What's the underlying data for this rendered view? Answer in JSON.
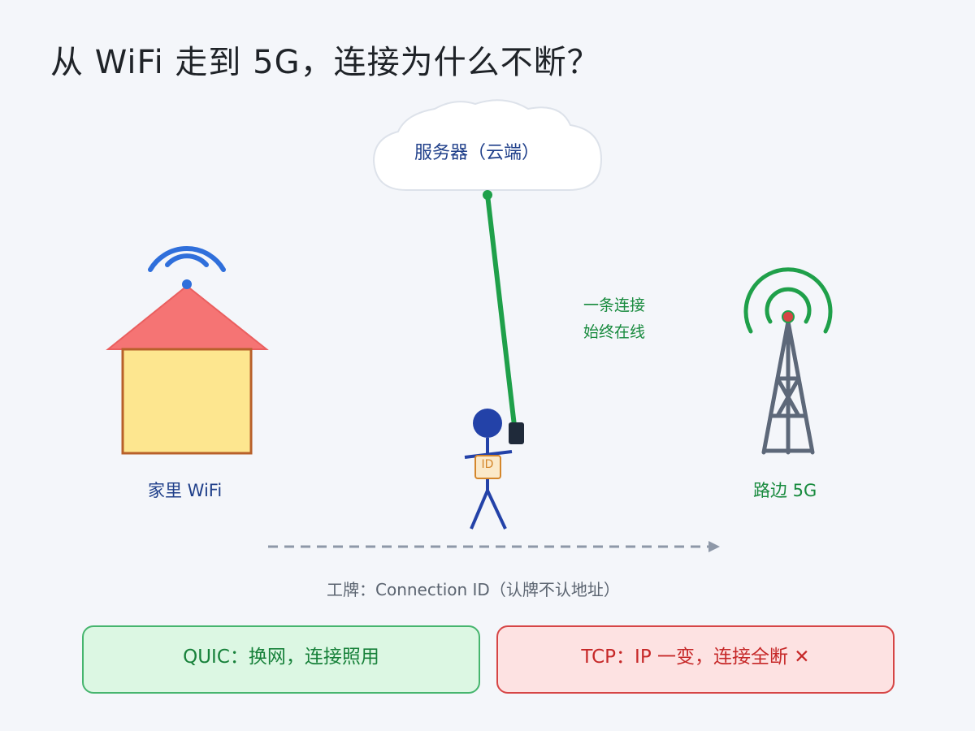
{
  "title": "从 WiFi 走到 5G，连接为什么不断？",
  "cloud": {
    "label": "服务器（云端）"
  },
  "home": {
    "label": "家里 WiFi"
  },
  "tower": {
    "label": "路边 5G"
  },
  "connection": {
    "line1": "一条连接",
    "line2": "始终在线"
  },
  "person": {
    "badge": "ID"
  },
  "movement": {
    "caption": "工牌：Connection ID（认牌不认地址）"
  },
  "panels": {
    "quic": "QUIC：换网，连接照用",
    "tcp": "TCP：IP 一变，连接全断 ✕"
  },
  "colors": {
    "background": "#f4f6fa",
    "connection_line": "#1fa04a",
    "wifi_signal": "#2f6fdb",
    "tower_signal": "#1fa04a",
    "roof": "#f57474",
    "wall": "#fde68f",
    "person": "#2342a8",
    "badge": "#d4862b"
  },
  "icons": [
    "cloud-icon",
    "house-icon",
    "wifi-icon",
    "cell-tower-icon",
    "person-icon",
    "phone-icon",
    "arrow-right-icon"
  ]
}
